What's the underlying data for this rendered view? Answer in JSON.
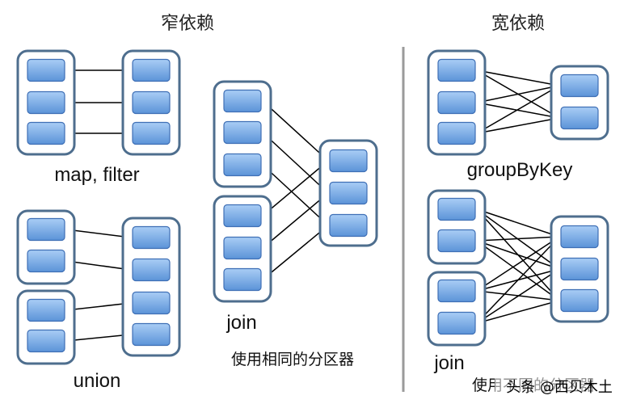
{
  "titles": {
    "narrow": "窄依赖",
    "wide": "宽依赖"
  },
  "labels": {
    "map_filter": "map, filter",
    "union": "union",
    "join_narrow": "join",
    "groupbykey": "groupByKey",
    "join_wide": "join"
  },
  "notes": {
    "same_partitioner": "使用相同的分区器",
    "different_partitioner": "使用不同的分区器"
  },
  "watermark": {
    "text": "头条 @西贝木土"
  },
  "colors": {
    "group_border": "#4e6e8e",
    "partition_top": "#a9cdf5",
    "partition_bottom": "#5b93d8",
    "edge": "#000000",
    "divider": "#9a9a9a"
  },
  "edges": {
    "map_filter": [
      [
        0,
        0
      ],
      [
        1,
        1
      ],
      [
        2,
        2
      ]
    ],
    "union": [
      [
        0,
        0
      ],
      [
        1,
        1
      ],
      [
        2,
        2
      ],
      [
        3,
        3
      ]
    ],
    "join_narrow": [
      [
        0,
        0
      ],
      [
        1,
        1
      ],
      [
        2,
        2
      ],
      [
        3,
        0
      ],
      [
        4,
        1
      ],
      [
        5,
        2
      ]
    ],
    "groupbykey": "all",
    "join_wide": "all"
  }
}
